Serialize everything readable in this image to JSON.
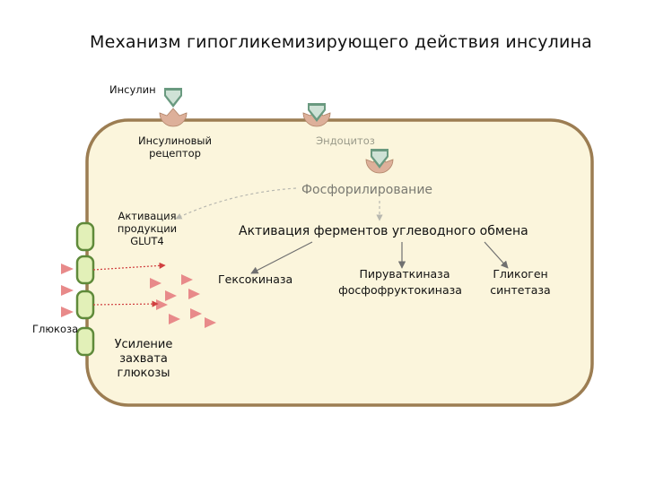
{
  "title": "Механизм гипогликемизирующего действия инсулина",
  "labels": {
    "insulin": "Инсулин",
    "receptor": "Инсулиновый рецептор",
    "endocytosis": "Эндоцитоз",
    "phosphorylation": "Фосфорилирование",
    "activation_glut4": "Активация продукции GLUT4",
    "activation_enzymes": "Активация ферментов углеводного обмена",
    "hexokinase": "Гексокиназа",
    "pyruvate_kinase": "Пируваткиназа",
    "pfk": "фосфофруктокиназа",
    "glycogen": "Гликоген",
    "synthetase": "синтетаза",
    "glucose": "Глюкоза",
    "uptake": "Усиление захвата глюкозы"
  },
  "colors": {
    "cell_fill": "#fbf5dc",
    "cell_stroke": "#9c7d52",
    "channel_fill": "#e2f0b8",
    "channel_stroke": "#5f8a3a",
    "insulin_fill": "#6a9a80",
    "receptor_fill": "#ddb09a",
    "glucose_fill": "#e88a8a",
    "arrow_red": "#d04040",
    "arrow_gray": "#707070"
  }
}
